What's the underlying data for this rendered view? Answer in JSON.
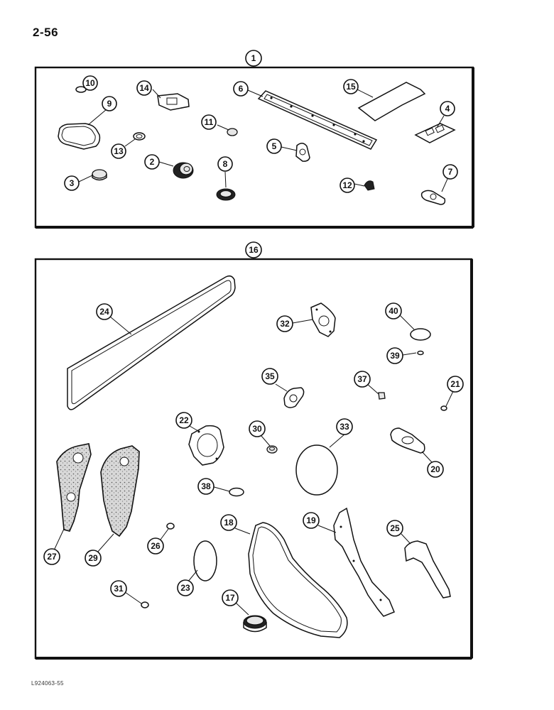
{
  "page": {
    "number": "2-56",
    "figure_code": "L924063-55"
  },
  "kit_upper": {
    "callout": "1"
  },
  "kit_lower": {
    "callout": "16"
  },
  "callouts_upper": [
    "10",
    "14",
    "6",
    "15",
    "9",
    "11",
    "4",
    "13",
    "5",
    "2",
    "8",
    "3",
    "12",
    "7"
  ],
  "callouts_lower": [
    "24",
    "32",
    "40",
    "39",
    "35",
    "37",
    "21",
    "22",
    "30",
    "33",
    "20",
    "38",
    "27",
    "29",
    "18",
    "19",
    "25",
    "26",
    "23",
    "31",
    "17"
  ]
}
